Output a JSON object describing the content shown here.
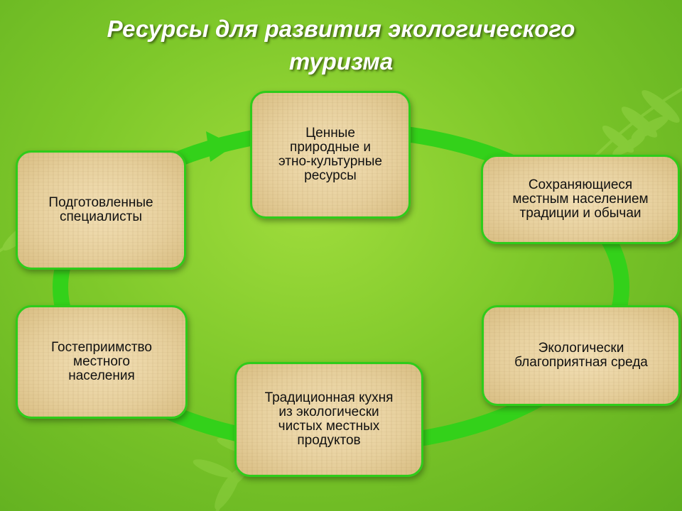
{
  "title": {
    "line1": "Ресурсы для развития экологического",
    "line2": "туризма"
  },
  "nodes": [
    {
      "id": "b1",
      "label": "Ценные\nприродные и\nэтно-культурные\nресурсы"
    },
    {
      "id": "b2",
      "label": "Сохраняющиеся\nместным населением\nтрадиции и обычаи"
    },
    {
      "id": "b3",
      "label": "Экологически\nблагоприятная среда"
    },
    {
      "id": "b4",
      "label": "Традиционная кухня\nиз экологически\nчистых местных\nпродуктов"
    },
    {
      "id": "b5",
      "label": "Гостеприимство\nместного\nнаселения"
    },
    {
      "id": "b6",
      "label": "Подготовленные\nспециалисты"
    }
  ],
  "colors": {
    "background": "#7ec82a",
    "cycle_arrow": "#33d11a",
    "box_border": "#2ecc1a",
    "box_fill": "#e6cf9c",
    "title_text": "#ffffff"
  }
}
